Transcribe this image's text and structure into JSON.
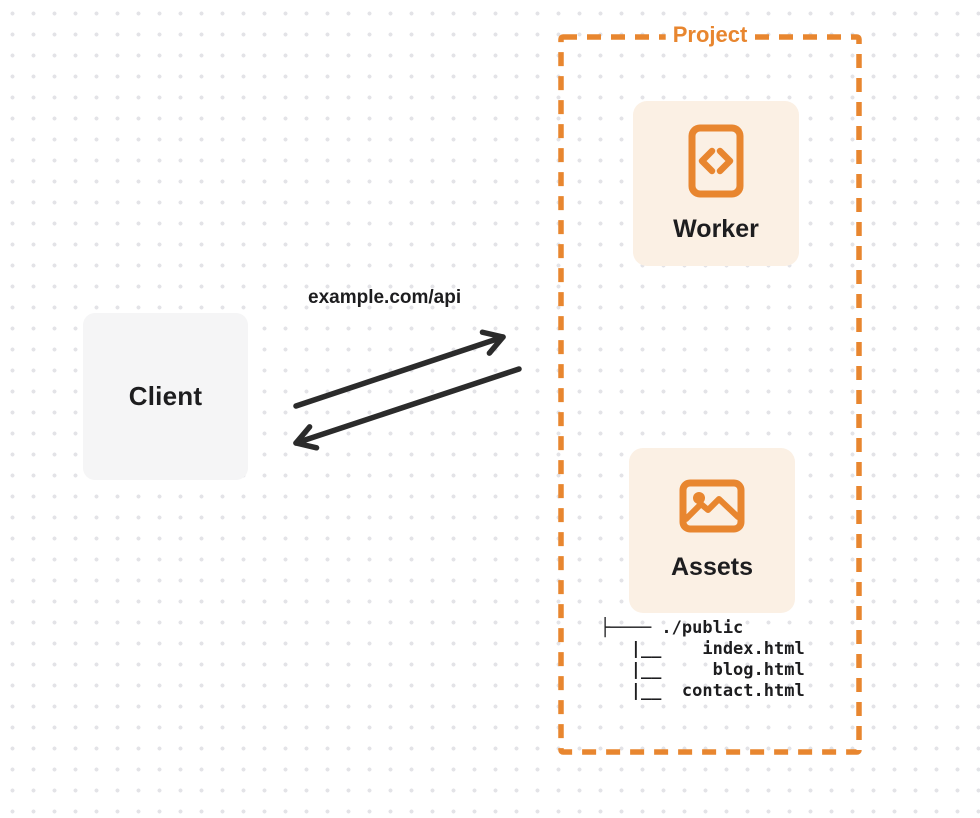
{
  "diagram": {
    "client": {
      "label": "Client"
    },
    "request": {
      "label": "example.com/api"
    },
    "project": {
      "label": "Project",
      "worker": {
        "label": "Worker",
        "icon": "code-file-icon"
      },
      "assets": {
        "label": "Assets",
        "icon": "image-icon"
      },
      "file_tree": [
        "├──── ./public",
        "   |__    index.html",
        "   |__     blog.html",
        "   |__  contact.html"
      ]
    },
    "colors": {
      "accent_orange": "#E8862F",
      "card_cream": "#FBF0E4",
      "client_gray": "#F5F5F6",
      "ink_dark": "#1D1D1F",
      "arrow_dark": "#2B2B2B",
      "grid_dot": "#E3E3E7"
    }
  }
}
